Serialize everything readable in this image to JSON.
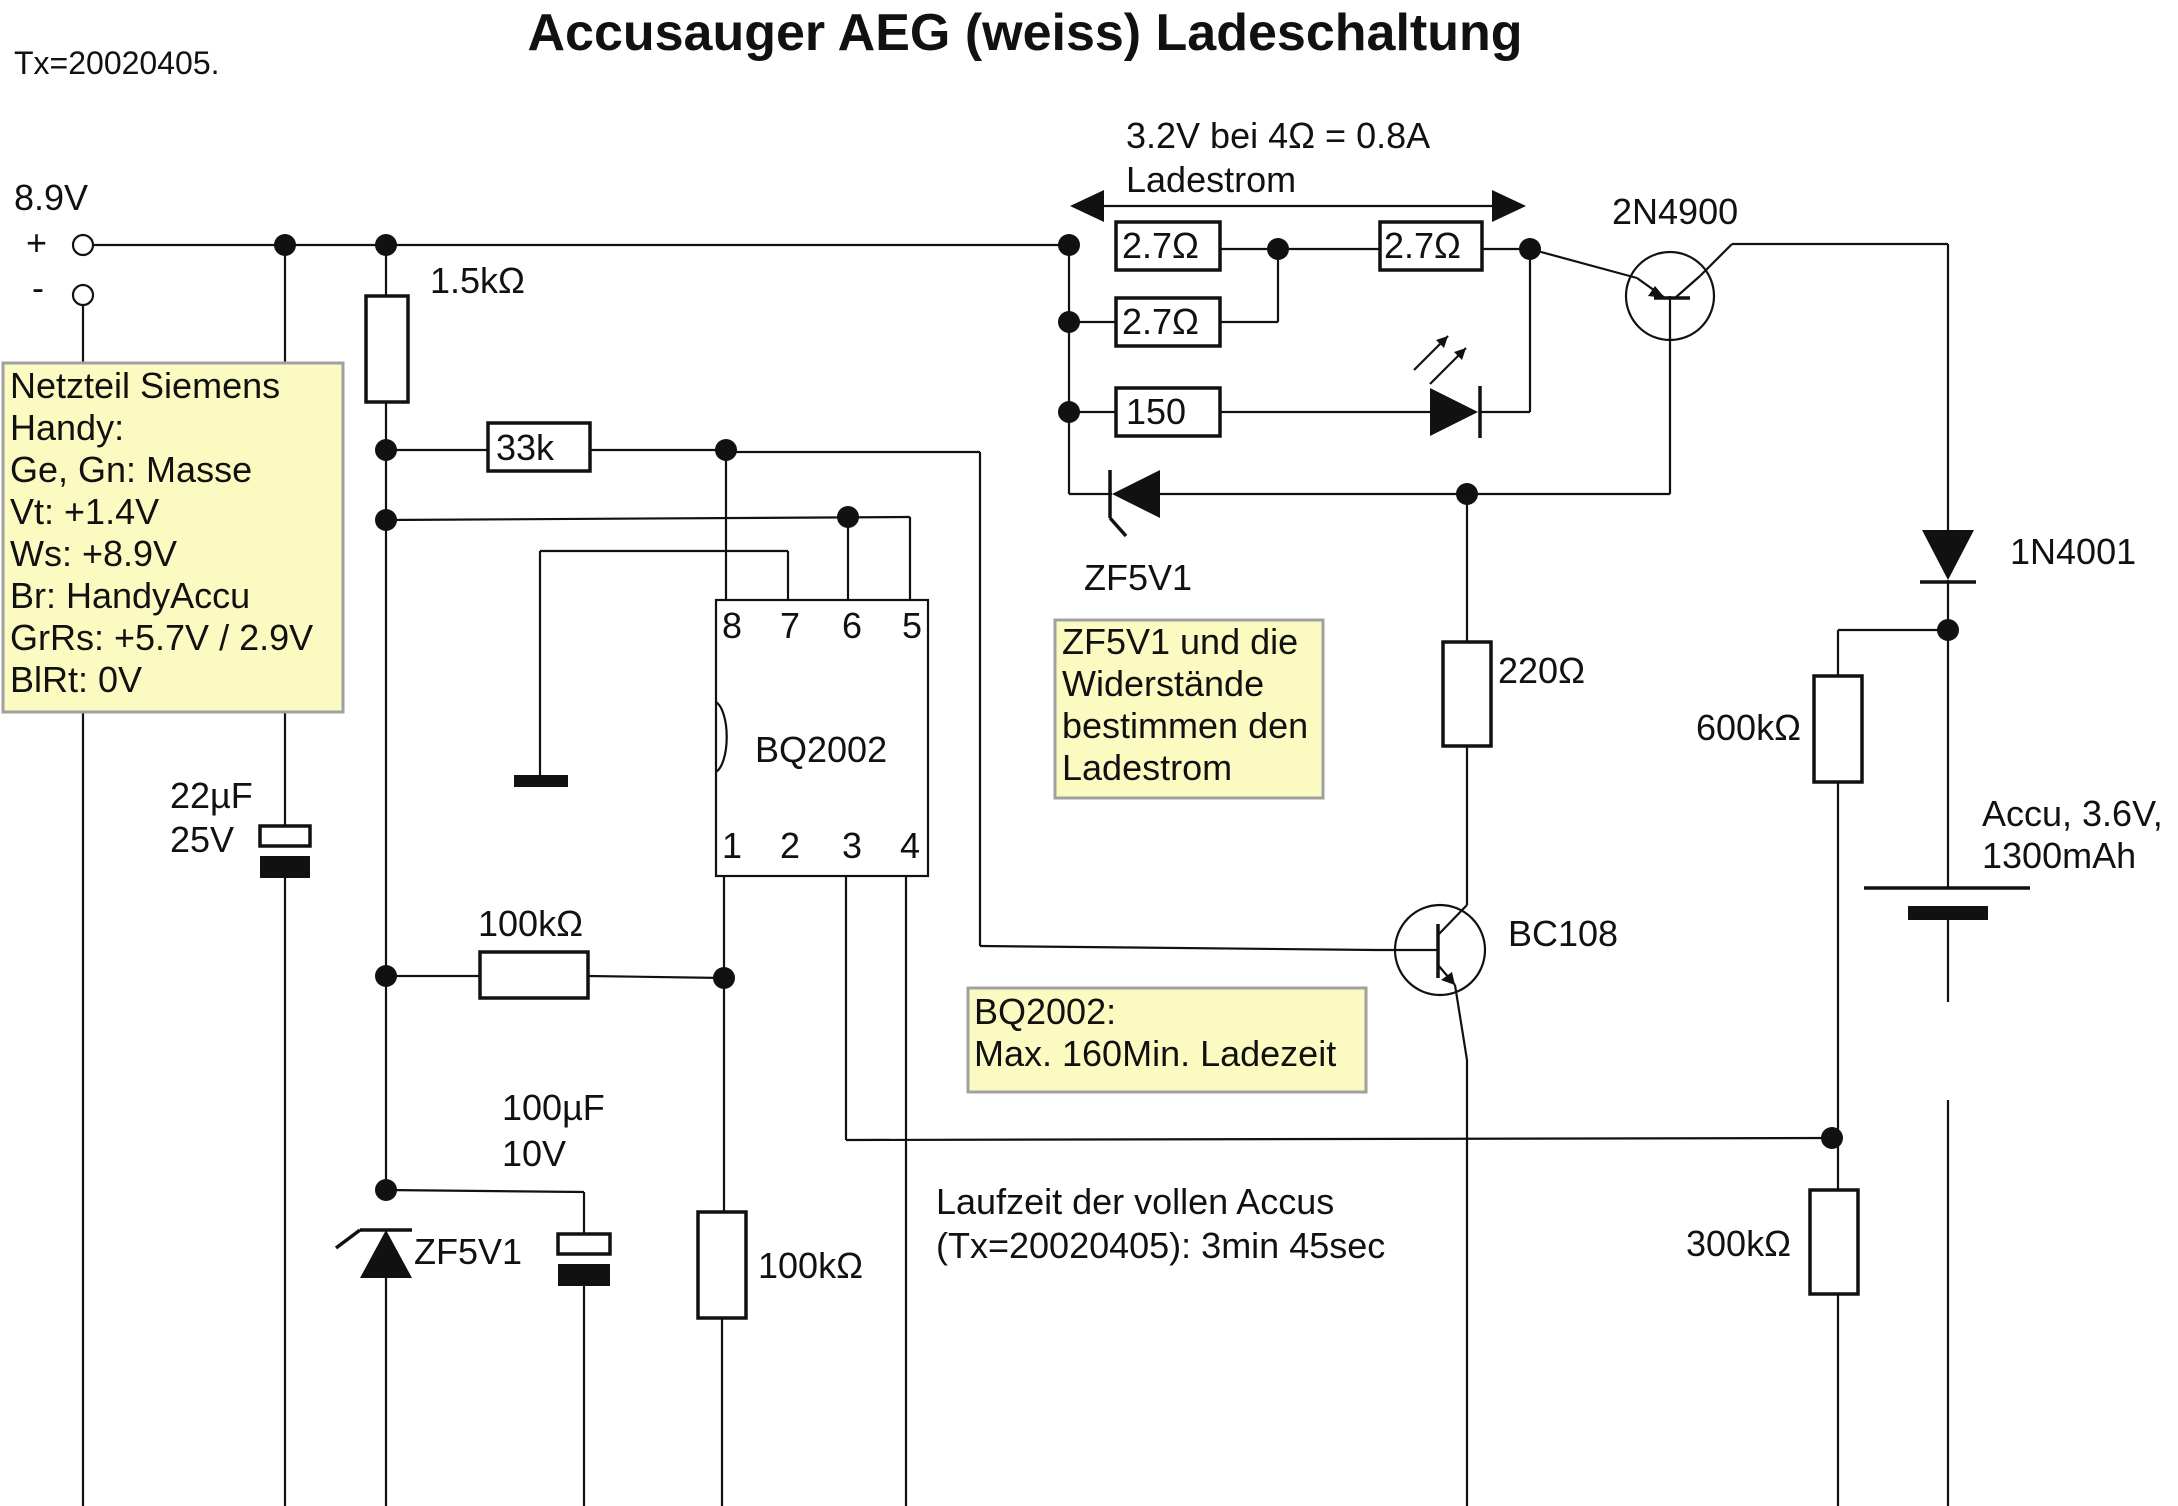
{
  "title": "Accusauger AEG (weiss) Ladeschaltung",
  "tx_stamp": "Tx=20020405.",
  "supply": {
    "voltage": "8.9V",
    "plus": "+",
    "minus": "-"
  },
  "notes": {
    "netzteil": [
      "Netzteil Siemens",
      "Handy:",
      "Ge, Gn: Masse",
      "Vt: +1.4V",
      "Ws: +8.9V",
      "Br: HandyAccu",
      "GrRs: +5.7V / 2.9V",
      "BlRt: 0V"
    ],
    "zener_note": [
      "ZF5V1 und die",
      "Widerstände",
      "bestimmen den",
      "Ladestrom"
    ],
    "bq_note": [
      "BQ2002:",
      "Max. 160Min. Ladezeit"
    ]
  },
  "annotations": {
    "current_line1": "3.2V bei 4Ω = 0.8A",
    "current_line2": "Ladestrom",
    "runtime_line1": "Laufzeit der vollen Accus",
    "runtime_line2": "(Tx=20020405): 3min 45sec"
  },
  "components": {
    "r_1k5": "1.5kΩ",
    "r_33k": "33k",
    "r_2r7_a": "2.7Ω",
    "r_2r7_b": "2.7Ω",
    "r_2r7_c": "2.7Ω",
    "r_150": "150",
    "r_220": "220Ω",
    "r_100k_h": "100kΩ",
    "r_100k_v": "100kΩ",
    "r_600k": "600kΩ",
    "r_300k": "300kΩ",
    "c_22u_val": "22µF",
    "c_22u_v": "25V",
    "c_100u_val": "100µF",
    "c_100u_v": "10V",
    "zener_top": "ZF5V1",
    "zener_bottom": "ZF5V1",
    "q_pnp": "2N4900",
    "q_npn": "BC108",
    "diode": "1N4001",
    "battery_line1": "Accu, 3.6V,",
    "battery_line2": "1300mAh",
    "ic_name": "BQ2002",
    "ic_pins_top": [
      "8",
      "7",
      "6",
      "5"
    ],
    "ic_pins_bottom": [
      "1",
      "2",
      "3",
      "4"
    ]
  },
  "colors": {
    "note_fill": "#fbfbc1",
    "note_border": "#a0a0a0",
    "wire": "#111111"
  }
}
